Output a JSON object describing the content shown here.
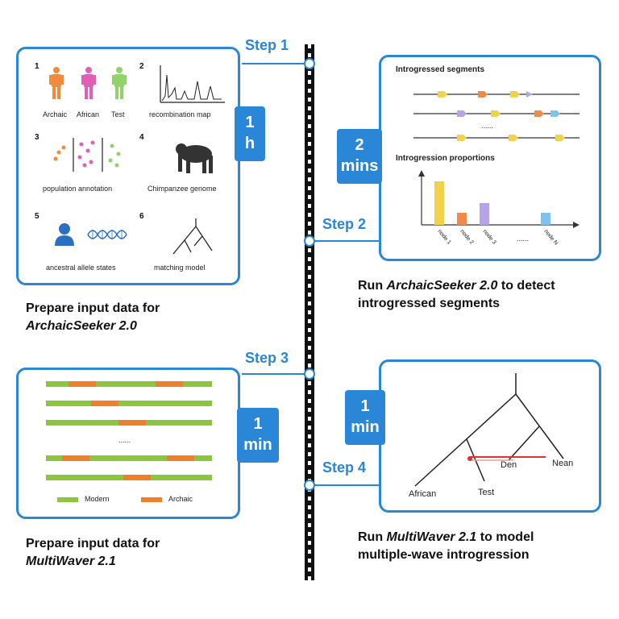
{
  "steps": {
    "s1": "Step 1",
    "s2": "Step 2",
    "s3": "Step 3",
    "s4": "Step 4"
  },
  "badges": {
    "b1_top": "1",
    "b1_bottom": "h",
    "b2_top": "2",
    "b2_bottom": "mins",
    "b3_top": "1",
    "b3_bottom": "min",
    "b4_top": "1",
    "b4_bottom": "min"
  },
  "captions": {
    "c1_line1": "Prepare input data for",
    "c1_line2": "ArchaicSeeker 2.0",
    "c2_pre": "Run ",
    "c2_italic": "ArchaicSeeker 2.0",
    "c2_post": " to detect",
    "c2_line2": "introgressed segments",
    "c3_line1": "Prepare input data for",
    "c3_line2": "MultiWaver 2.1",
    "c4_pre": "Run ",
    "c4_italic": "MultiWaver 2.1",
    "c4_post": " to model",
    "c4_line2": "multiple-wave introgression"
  },
  "panel1": {
    "n1": "1",
    "n2": "2",
    "n3": "3",
    "n4": "4",
    "n5": "5",
    "n6": "6",
    "archaic": "Archaic",
    "african": "African",
    "test": "Test",
    "recomb": "recombination map",
    "pop": "population annotation",
    "chimp": "Chimpanzee genome",
    "ancestral": "ancestral allele states",
    "matching": "matching model"
  },
  "panel2": {
    "segments_title": "Introgressed segments",
    "dots": "......",
    "proportions_title": "Introgression proportions",
    "x_dots": "......",
    "labels": [
      "node 1",
      "node 2",
      "node 3",
      "node N"
    ],
    "values": [
      0.9,
      0.25,
      0.45,
      0.25
    ],
    "colors": [
      "#f2d24a",
      "#f08a4b",
      "#b9a3e8",
      "#7ec3ef"
    ]
  },
  "panel3": {
    "dots": "......",
    "modern": "Modern",
    "archaic": "Archaic",
    "modern_color": "#8cc63f",
    "archaic_color": "#f07f2a"
  },
  "panel4": {
    "african": "African",
    "test": "Test",
    "den": "Den",
    "nean": "Nean"
  },
  "colors": {
    "accent": "#2a86d6"
  }
}
